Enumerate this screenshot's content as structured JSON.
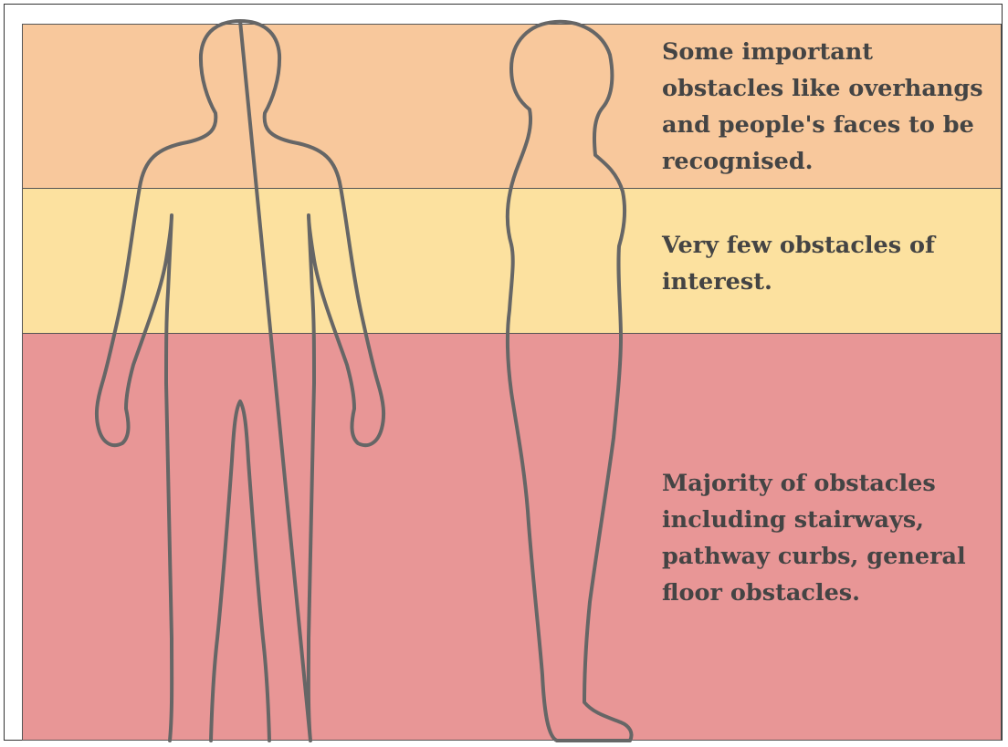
{
  "colors": {
    "top_band": "#f8c89c",
    "middle_band": "#fce19f",
    "bottom_band": "#e89696",
    "outline": "#666666",
    "text": "#444444"
  },
  "zones": {
    "top": {
      "text": "Some important obstacles like overhangs and people's faces to be recognised."
    },
    "middle": {
      "text": "Very few obstacles of interest."
    },
    "bottom": {
      "text": "Majority of obstacles including stairways, pathway curbs, general floor obstacles."
    }
  }
}
